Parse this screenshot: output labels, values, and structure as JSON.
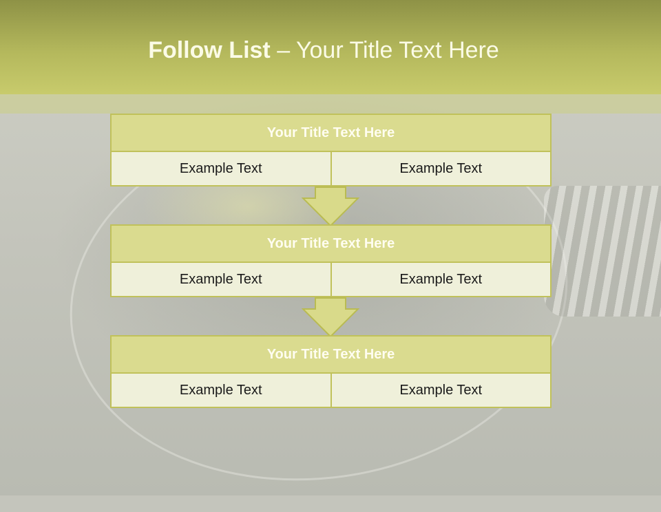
{
  "slide": {
    "title_bold": "Follow List",
    "title_rest": "– Your Title Text Here"
  },
  "steps": [
    {
      "title": "Your Title Text Here",
      "left": "Example Text",
      "right": "Example Text"
    },
    {
      "title": "Your Title Text Here",
      "left": "Example Text",
      "right": "Example Text"
    },
    {
      "title": "Your Title Text Here",
      "left": "Example Text",
      "right": "Example Text"
    }
  ],
  "colors": {
    "header": "#b4b85c",
    "block_title_fill": "#dadb8f",
    "block_row_fill": "#eff0da",
    "border": "#c0c15a"
  }
}
